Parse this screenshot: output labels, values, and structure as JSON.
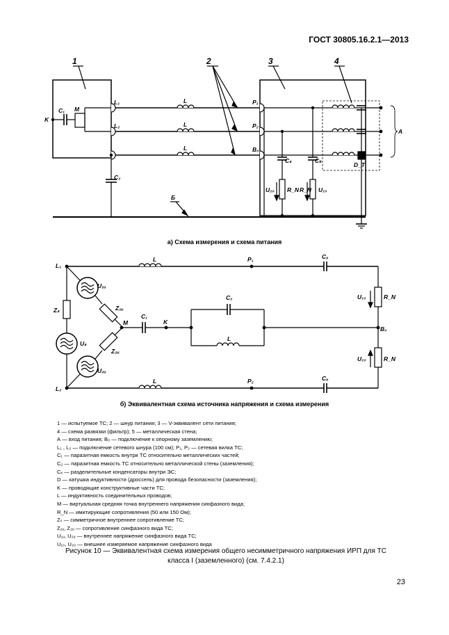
{
  "header": {
    "standard": "ГОСТ 30805.16.2.1—2013"
  },
  "diagram_a": {
    "caption": "а) Схема измерения и схема питания",
    "labels": {
      "n1": "1",
      "n2": "2",
      "n3": "3",
      "n4": "4",
      "K": "K",
      "C1": "C₁",
      "M": "M",
      "L1": "L₁",
      "L2": "L₂",
      "L": "L",
      "C2": "C₂",
      "P1": "P₁",
      "P2": "P₂",
      "B0": "B₀",
      "Cs": "Cₛ",
      "Ck": "Cₖ",
      "U20": "U₂₀",
      "U10": "U₁₀",
      "RN": "R_N",
      "DT": "D_T",
      "A": "А",
      "B": "Б"
    }
  },
  "diagram_b": {
    "caption": "б) Эквивалентная схема источника напряжения и схема измерения",
    "labels": {
      "L1": "L₁",
      "L2": "L₂",
      "L": "L",
      "P1": "P₁",
      "P2": "P₂",
      "Cx": "Cₓ",
      "Cz": "C₂",
      "U1u": "U₁ᵤ",
      "U2u": "U₂ᵤ",
      "Us": "Uₛ",
      "Zs": "Zₛ",
      "Z1u": "Z₁ᵤ",
      "Z2u": "Z₂ᵤ",
      "M": "M",
      "C1": "C₁",
      "K": "K",
      "U10": "U₁₀",
      "U20": "U₂₀",
      "RN": "R_N",
      "B0": "B₀"
    }
  },
  "legend": [
    "1 — испытуемое ТС; 2 — шнур питания; 3 — V-эквивалент сети питания;",
    "4 — схема развязки (фильтр); 5 — металлическая стена;",
    "А — вход питания; B₀ — подключение к опорному заземлению;",
    "L₁ , L₂ — подключение сетевого шнура (100 см); P₁, P₂ — сетевая вилка ТС;",
    "C₁ — паразитная емкость внутри ТС относительно металлических частей;",
    "C₂ — паразитная емкость ТС относительно металлической стены (заземления);",
    "Cₓ — разделительные конденсаторы внутри ЭС;",
    "D — катушка индуктивности (дроссель) для провода безопасности (заземления);",
    "K — проводящие конструктивные части ТС;",
    "L — индуктивность соединительных проводов;",
    "M — виртуальная средняя точка внутреннего напряжения синфазного вида;",
    "R_N — имитирующие сопротивления (50 или 150 Ом);",
    "Zₛ — симметричное внутреннее сопротивление ТС;",
    "Z₁ᵤ, Z₂ᵤ — сопротивление синфазного вида ТС;",
    "U₁ᵤ, U₂ᵤ — внутреннее напряжение синфазного вида ТС;",
    "U₁₀, U₂₀ — внешнее измеряемое напряжение синфазного вида"
  ],
  "figure_caption": {
    "line1": "Рисунок 10 — Эквивалентная схема измерения общего несимметричного напряжения ИРП  для ТС",
    "line2": "класса I (заземленного) (см. 7.4.2.1)"
  },
  "page_number": "23"
}
